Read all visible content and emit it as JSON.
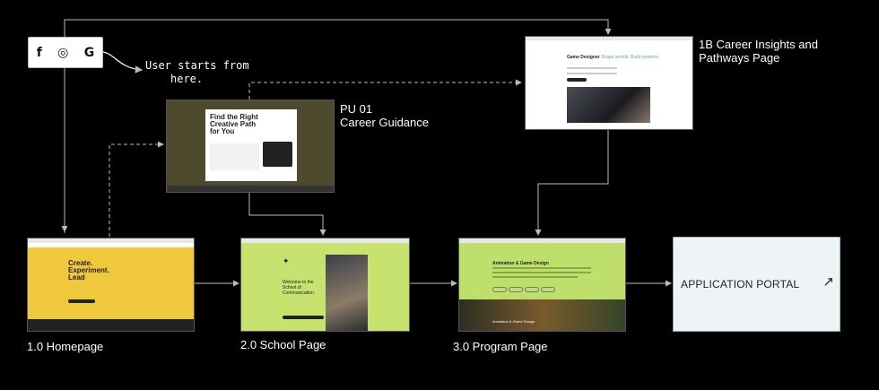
{
  "social": {
    "facebook": "f",
    "instagram": "◎",
    "google": "G"
  },
  "annotation": {
    "line1": "User starts from",
    "line2": "here."
  },
  "nodes": {
    "pu01": {
      "line1": "PU 01",
      "line2": "Career Guidance",
      "screen_title": "Find the Right Creative Path for You"
    },
    "career": {
      "line1": "1B Career Insights and",
      "line2": "Pathways Page",
      "screen_heading": "Game Designer",
      "screen_heading_rest": "Shape worlds. Build systems."
    },
    "home": {
      "label": "1.0 Homepage",
      "screen_title": "Create. Experiment. Lead"
    },
    "school": {
      "label": "2.0 School Page",
      "screen_title": "Welcome to the School of Communication."
    },
    "program": {
      "label": "3.0 Program Page",
      "screen_title": "Animation & Game Design",
      "footer_title": "Animation & Game Design"
    },
    "portal": {
      "label": "APPLICATION PORTAL",
      "arrow": "↗"
    }
  },
  "colors": {
    "home_bg": "#f0c83c",
    "school_bg": "#c7e26e",
    "program_bg": "#bedf6c",
    "pu_bg": "#4d4a2e",
    "portal_bg": "#eef3f5"
  }
}
